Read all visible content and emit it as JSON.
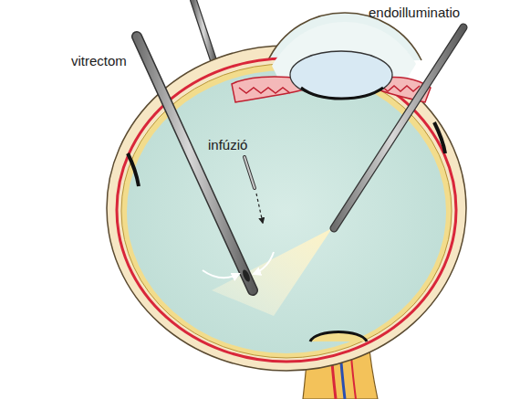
{
  "diagram": {
    "labels": [
      "vitrectom",
      "infúzió",
      "endoilluminatio"
    ]
  }
}
